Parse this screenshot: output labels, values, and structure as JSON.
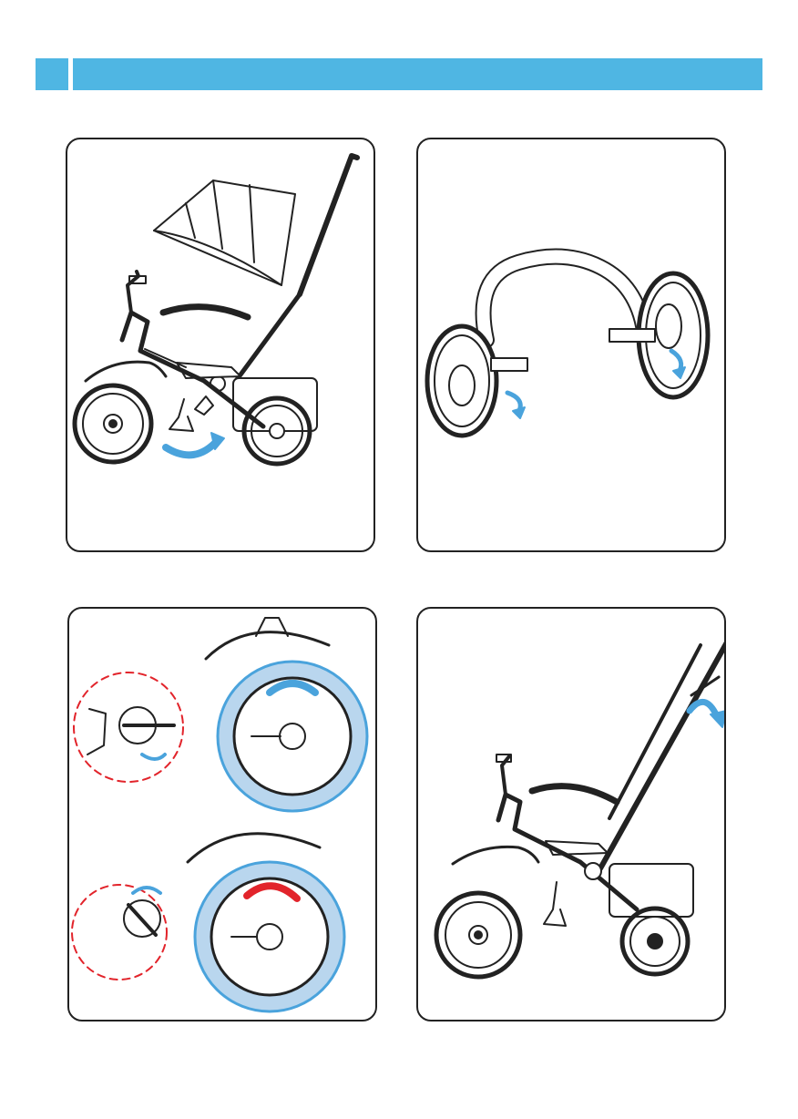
{
  "header": {
    "step_number": "",
    "title": ""
  },
  "colors": {
    "accent": "#4fb6e3",
    "arrow_blue": "#4aa3dc",
    "lock_red": "#e2242b",
    "wheel_fill": "#b9d6ee",
    "line": "#222222"
  },
  "panels": [
    {
      "id": "panel-1",
      "icons": [
        "tricycle-icon",
        "canopy-icon",
        "footrest-fold-arrow-icon"
      ]
    },
    {
      "id": "panel-2",
      "icons": [
        "rear-axle-icon",
        "rear-wheel-icon",
        "wheel-clip-rotate-arrow-icon"
      ]
    },
    {
      "id": "panel-3",
      "icons": [
        "front-wheel-unlocked-icon",
        "front-wheel-locked-icon",
        "lock-knob-detail-icon"
      ]
    },
    {
      "id": "panel-4",
      "icons": [
        "tricycle-icon",
        "push-bar-fold-arrow-icon"
      ]
    }
  ]
}
